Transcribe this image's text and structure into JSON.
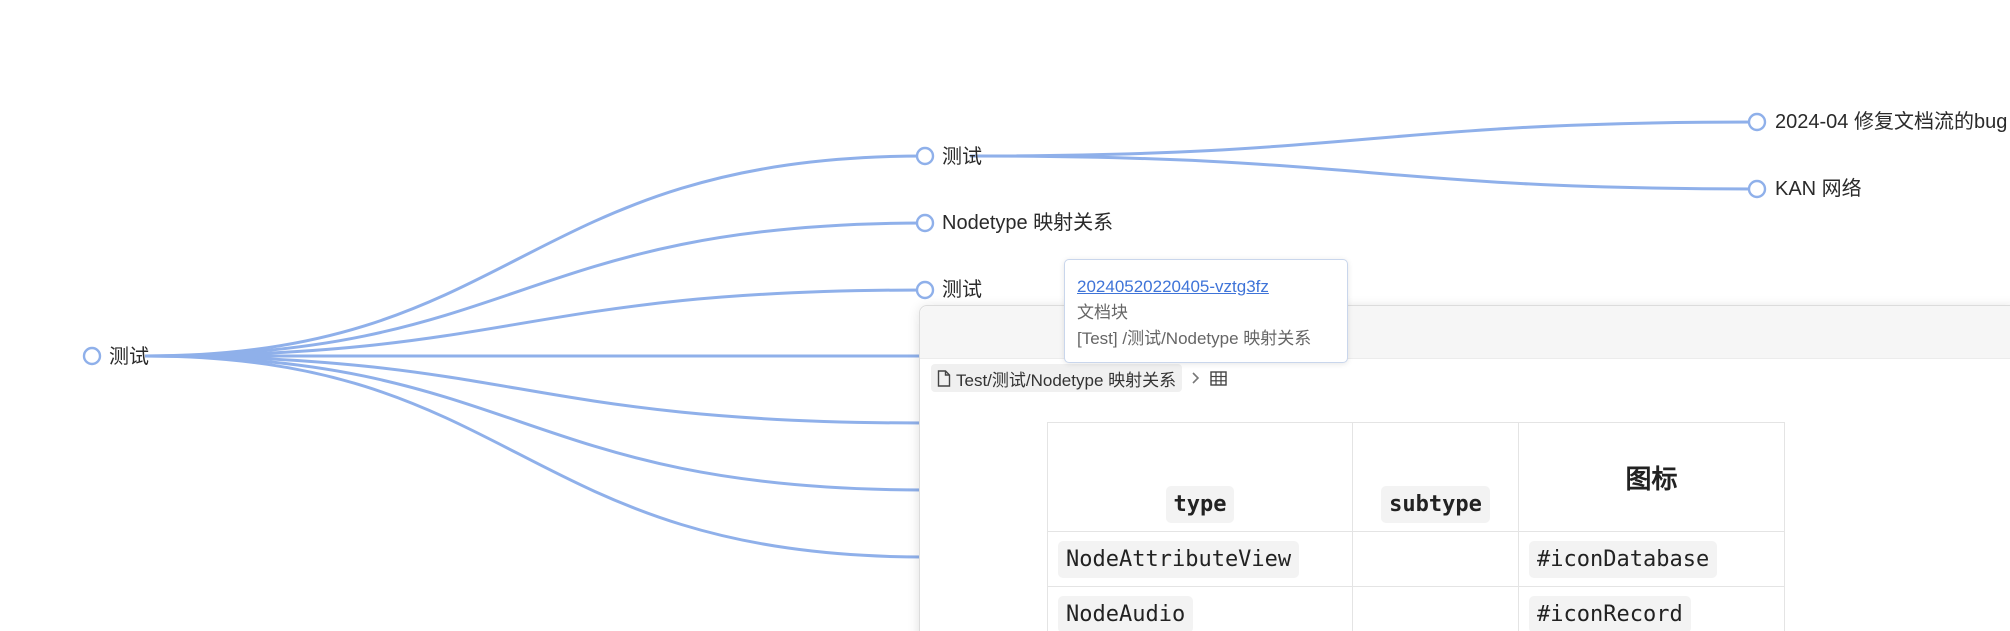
{
  "mindmap": {
    "root": {
      "label": "测试"
    },
    "children": [
      {
        "label": "测试"
      },
      {
        "label": "Nodetype 映射关系"
      },
      {
        "label": "测试"
      }
    ],
    "grandchildren": [
      {
        "label": "2024-04 修复文档流的bug"
      },
      {
        "label": "KAN 网络"
      }
    ],
    "colors": {
      "edge": "#8fb0ea",
      "node_border": "#8fb0ea"
    }
  },
  "tooltip": {
    "id": "20240520220405-vztg3fz",
    "type": "文档块",
    "path": "[Test] /测试/Nodetype 映射关系"
  },
  "popover": {
    "breadcrumb": {
      "path": "Test/测试/Nodetype 映射关系",
      "doc_icon": "file-icon",
      "separator_icon": "chevron-right-icon",
      "table_icon": "table-icon"
    },
    "table": {
      "headers": [
        "type",
        "subtype",
        "图标"
      ],
      "rows": [
        [
          "NodeAttributeView",
          "",
          "#iconDatabase"
        ],
        [
          "NodeAudio",
          "",
          "#iconRecord"
        ]
      ]
    }
  }
}
